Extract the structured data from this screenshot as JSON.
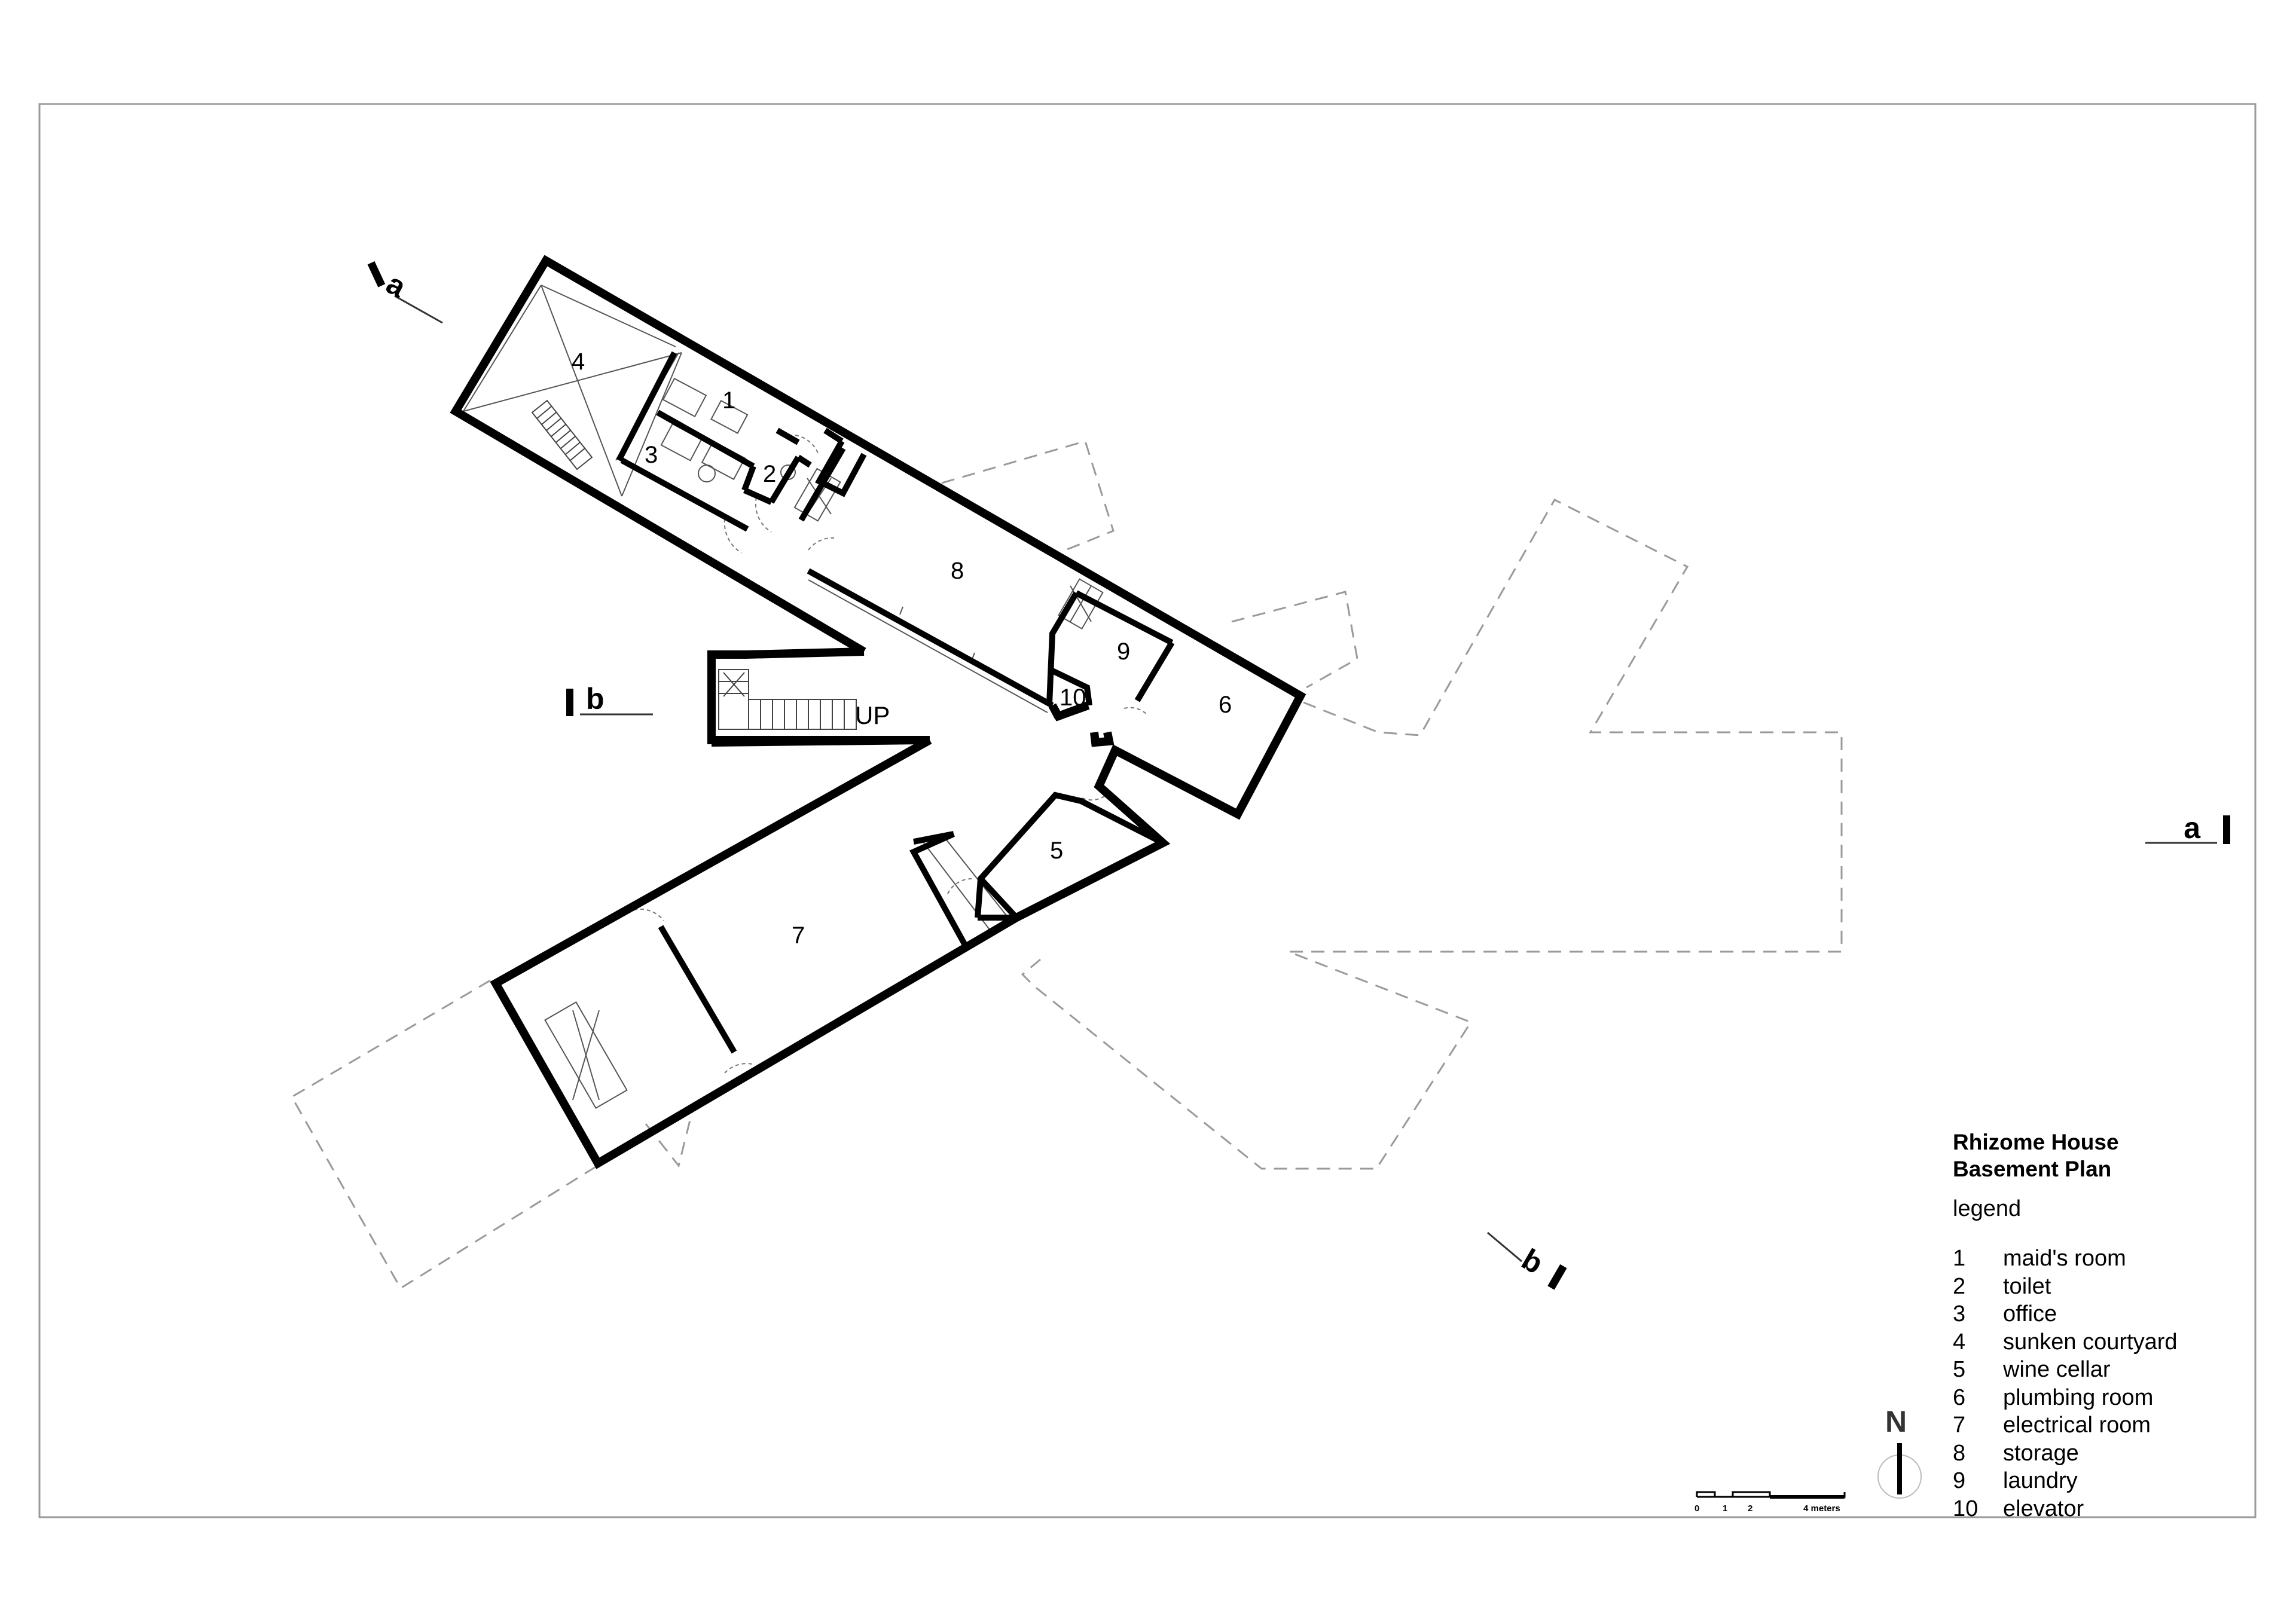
{
  "title": {
    "line1": "Rhizome House",
    "line2": "Basement Plan"
  },
  "legend": {
    "heading": "legend",
    "items": [
      {
        "num": "1",
        "label": "maid's room"
      },
      {
        "num": "2",
        "label": "toilet"
      },
      {
        "num": "3",
        "label": "office"
      },
      {
        "num": "4",
        "label": "sunken courtyard"
      },
      {
        "num": "5",
        "label": "wine cellar"
      },
      {
        "num": "6",
        "label": "plumbing room"
      },
      {
        "num": "7",
        "label": "electrical room"
      },
      {
        "num": "8",
        "label": "storage"
      },
      {
        "num": "9",
        "label": "laundry"
      },
      {
        "num": "10",
        "label": "elevator"
      }
    ]
  },
  "rooms": {
    "r1": "1",
    "r2": "2",
    "r3": "3",
    "r4": "4",
    "r5": "5",
    "r6": "6",
    "r7": "7",
    "r8": "8",
    "r9": "9",
    "r10": "10"
  },
  "stair_label": "UP",
  "sections": {
    "a_left": "a",
    "a_right": "a",
    "b_left": "b",
    "b_right": "b"
  },
  "north": "N",
  "scale": {
    "t0": "0",
    "t1": "1",
    "t2": "2",
    "t4": "4 meters"
  }
}
